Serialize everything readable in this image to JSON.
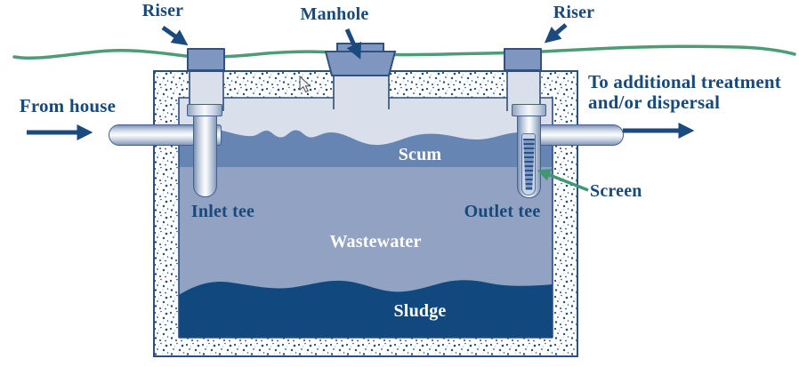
{
  "diagram": {
    "title": "Septic tank cross-section diagram",
    "labels": {
      "riser_left": "Riser",
      "manhole": "Manhole",
      "riser_right": "Riser",
      "from_house": "From house",
      "to_treatment_line1": "To additional treatment",
      "to_treatment_line2": "and/or dispersal",
      "scum": "Scum",
      "wastewater": "Wastewater",
      "sludge": "Sludge",
      "inlet_tee": "Inlet tee",
      "outlet_tee": "Outlet tee",
      "screen": "Screen"
    },
    "layers": [
      {
        "name": "Scum",
        "color": "#6685b2"
      },
      {
        "name": "Wastewater",
        "color": "#91a2c2"
      },
      {
        "name": "Sludge",
        "color": "#11497f"
      }
    ],
    "colors": {
      "label_text": "#17497d",
      "arrow_navy": "#1b4a7e",
      "ground_line_green": "#4c9c78",
      "screen_arrow_green": "#3f9873",
      "tank_air_space": "#d9dfeb",
      "tank_outline": "#2e4e7c",
      "riser_cap_fill": "#7f96c0",
      "pipe_fill": "#c6d1e0",
      "layer_label_text": "#ffffff",
      "background": "#ffffff"
    },
    "flow": {
      "inlet_side": "left",
      "outlet_side": "right"
    }
  }
}
